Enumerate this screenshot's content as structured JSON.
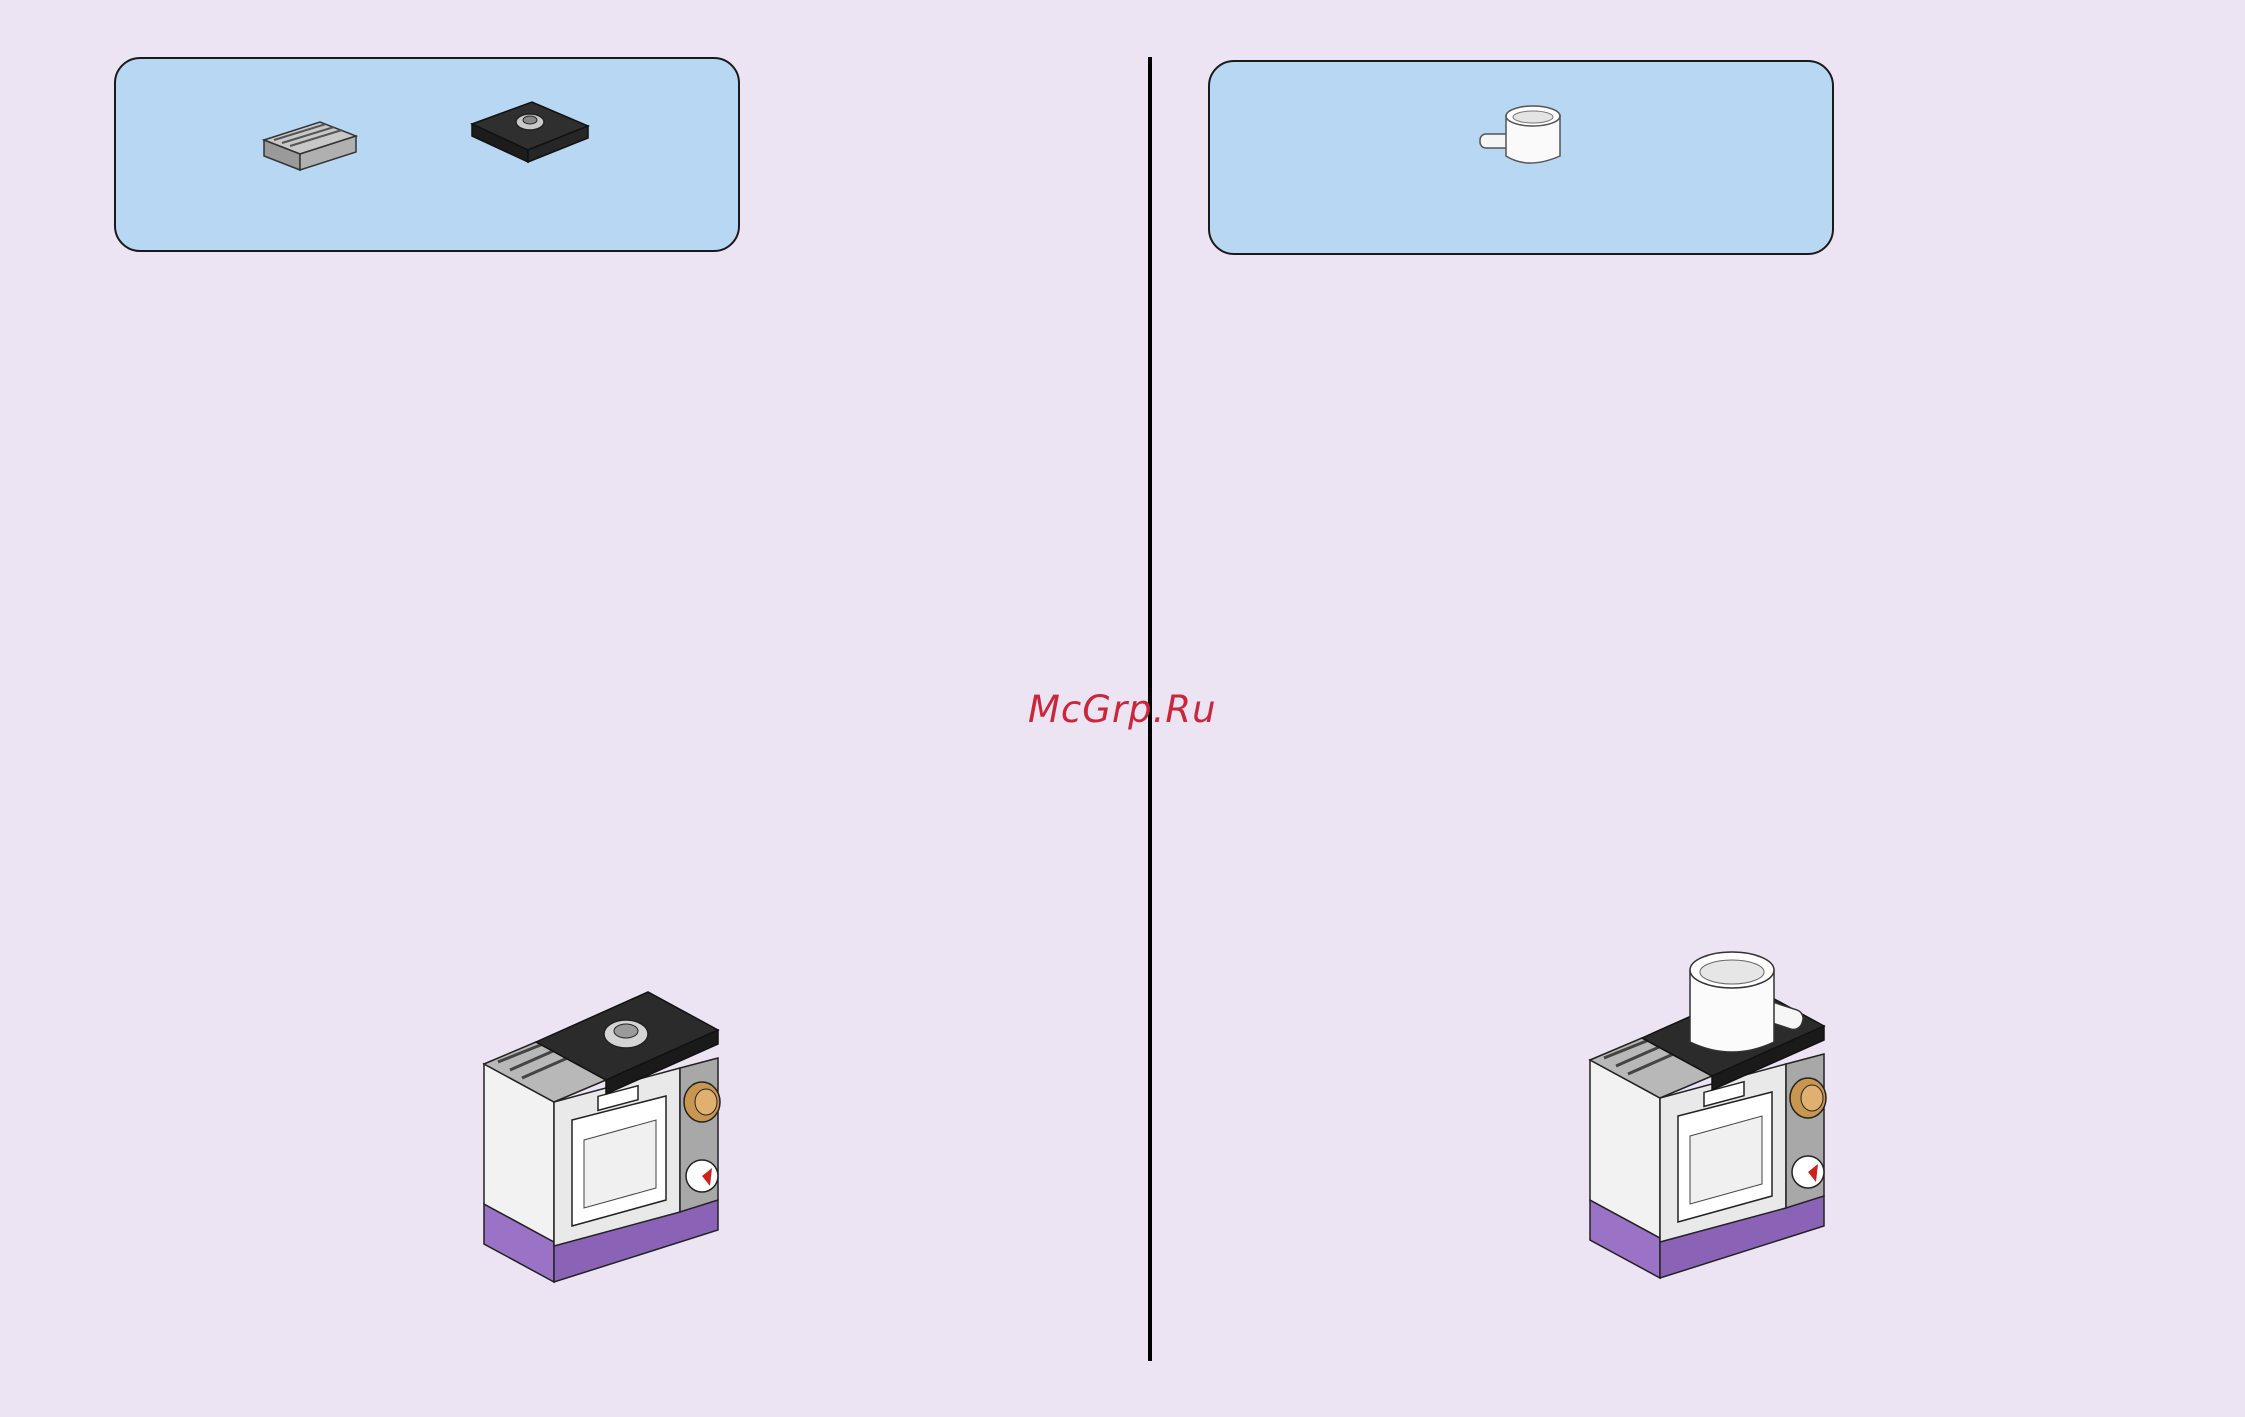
{
  "watermark": {
    "text": "McGrp.Ru"
  },
  "steps": [
    {
      "parts": [
        "grille-tile-1x2",
        "jumper-plate-2x2"
      ]
    },
    {
      "parts": [
        "white-pan-with-handle"
      ]
    }
  ],
  "colors": {
    "background": "#ece3f3",
    "parts_box": "#b7d7f2",
    "outline": "#1a1a1a",
    "watermark": "#c8283a",
    "stove_white": "#f4f4f4",
    "stove_gray": "#8e8e8e",
    "stove_black": "#2b2b2b",
    "stove_purple": "#9a72c6",
    "knob_gold": "#c99650",
    "gauge_red": "#d0201c"
  }
}
